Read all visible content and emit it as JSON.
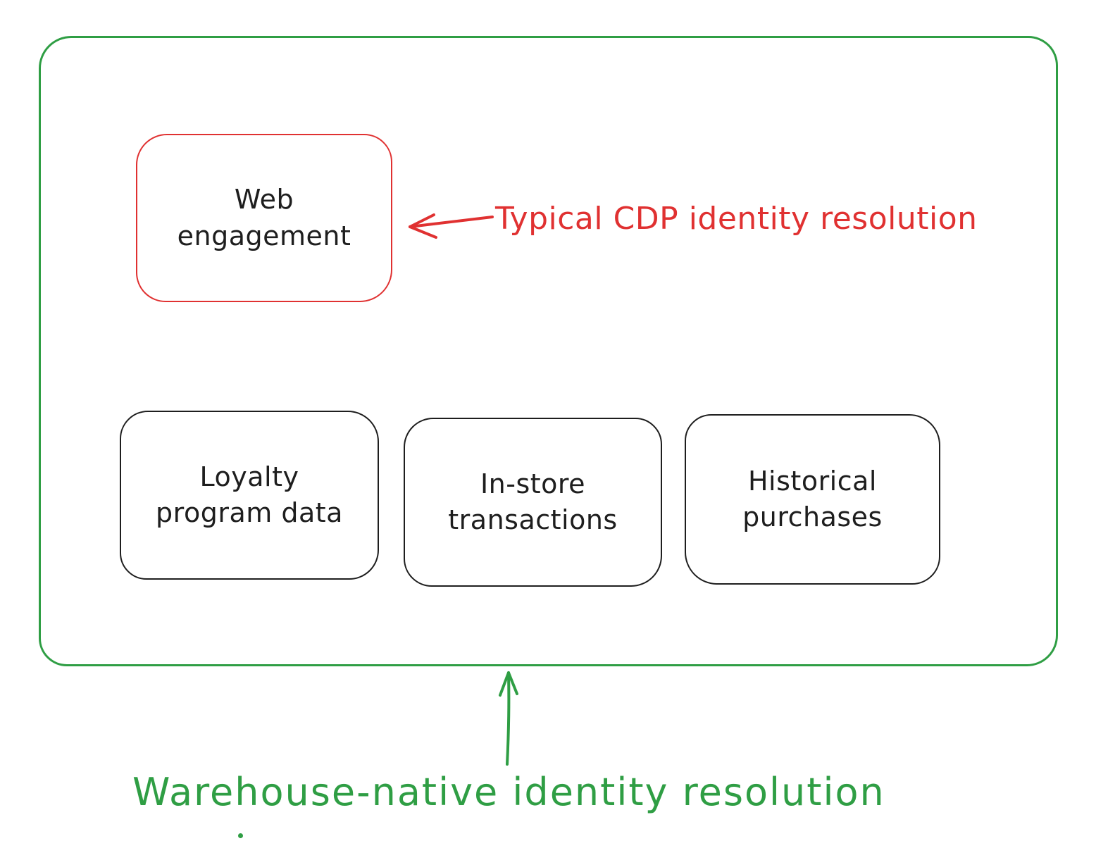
{
  "colors": {
    "green": "#2f9e44",
    "red": "#e03131",
    "ink": "#1e1e1e"
  },
  "container": {
    "description": "warehouse data sources container"
  },
  "top_box": {
    "label": "Web\nengagement"
  },
  "annotation": {
    "label": "Typical CDP identity resolution"
  },
  "source_boxes": [
    {
      "label": "Loyalty\nprogram data"
    },
    {
      "label": "In-store\ntransactions"
    },
    {
      "label": "Historical\npurchases"
    }
  ],
  "caption": {
    "label": "Warehouse-native identity resolution"
  }
}
